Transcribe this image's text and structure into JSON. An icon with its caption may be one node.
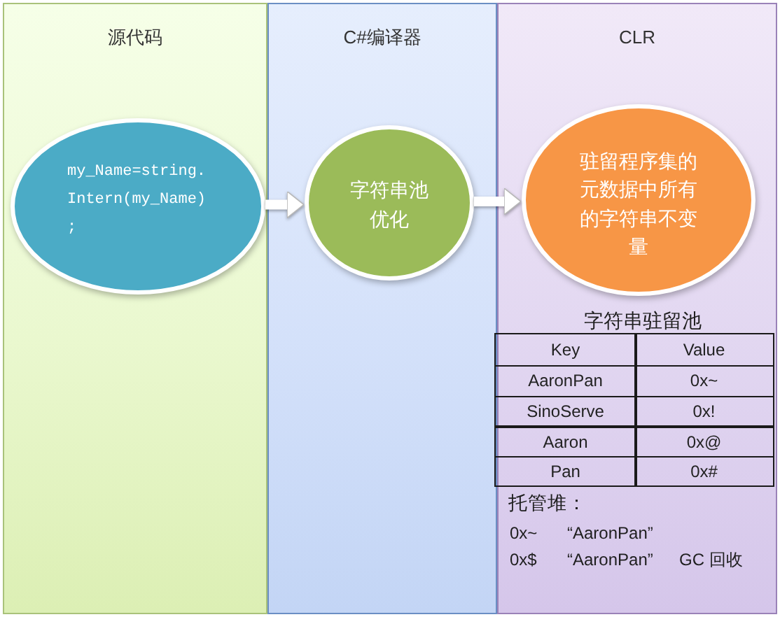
{
  "diagram": {
    "nodes": [
      {
        "text": [
          "源代码"
        ]
      },
      {
        "text": [
          "C#编译器"
        ]
      },
      {
        "text": [
          "CLR"
        ]
      },
      {
        "text": [
          "my_Name=string.Intern(my_Name);"
        ],
        "in": 0
      },
      {
        "text": [
          "字符串池优化"
        ],
        "in": 1
      },
      {
        "text": [
          "驻留程序集的元数据中所有的字符串不变量"
        ],
        "in": 2
      }
    ],
    "edges": [
      {
        "from": 3,
        "to": 4,
        "arrow": "to"
      },
      {
        "from": 4,
        "to": 5,
        "arrow": "to"
      }
    ],
    "labels": [
      "字符串驻留池",
      "Key",
      "Value",
      "AaronPan",
      "0x~",
      "SinoServe",
      "0x!",
      "Aaron",
      "0x@",
      "Pan",
      "0x#",
      "托管堆：",
      "0x~",
      "“AaronPan”",
      "0x$",
      "“AaronPan”",
      "GC 回收"
    ]
  }
}
